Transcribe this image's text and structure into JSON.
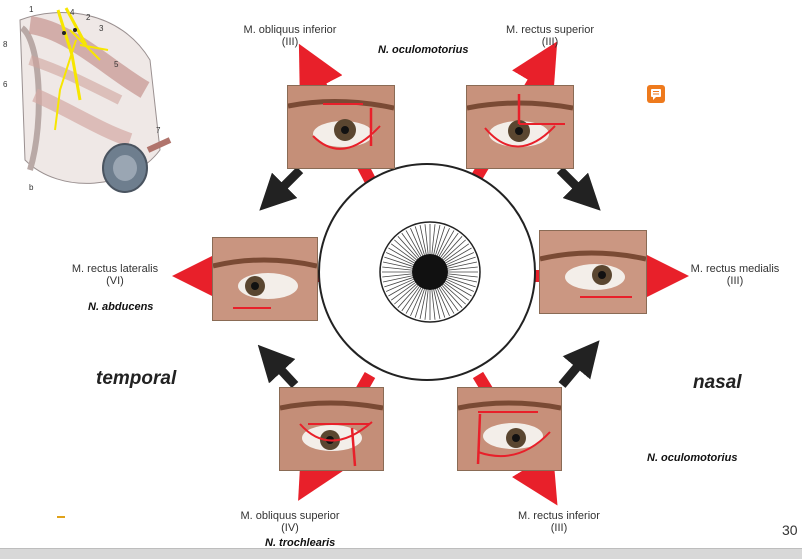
{
  "muscles": {
    "obliquus_inferior": {
      "name": "M. obliquus inferior",
      "nerve_num": "(III)"
    },
    "rectus_superior": {
      "name": "M. rectus superior",
      "nerve_num": "(III)"
    },
    "rectus_lateralis": {
      "name": "M. rectus lateralis",
      "nerve_num": "(VI)"
    },
    "rectus_medialis": {
      "name": "M. rectus medialis",
      "nerve_num": "(III)"
    },
    "obliquus_superior": {
      "name": "M. obliquus superior",
      "nerve_num": "(IV)"
    },
    "rectus_inferior": {
      "name": "M. rectus inferior",
      "nerve_num": "(III)"
    }
  },
  "nerves": {
    "oculomotorius_top": "N. oculomotorius",
    "abducens": "N. abducens",
    "oculomotorius_bottom": "N. oculomotorius",
    "trochlearis": "N. trochlearis"
  },
  "sides": {
    "temporal": "temporal",
    "nasal": "nasal"
  },
  "anatomy_labels": {
    "l1": "1",
    "l2": "2",
    "l3": "3",
    "l4": "4",
    "l5": "5",
    "l6": "6",
    "l7": "7",
    "l8": "8",
    "lb": "b"
  },
  "page_number": "30",
  "colors": {
    "arrow_red": "#e8202a",
    "arrow_dark": "#222222",
    "comment_orange": "#ee7a1d",
    "nerve_yellow": "#f7e600"
  }
}
